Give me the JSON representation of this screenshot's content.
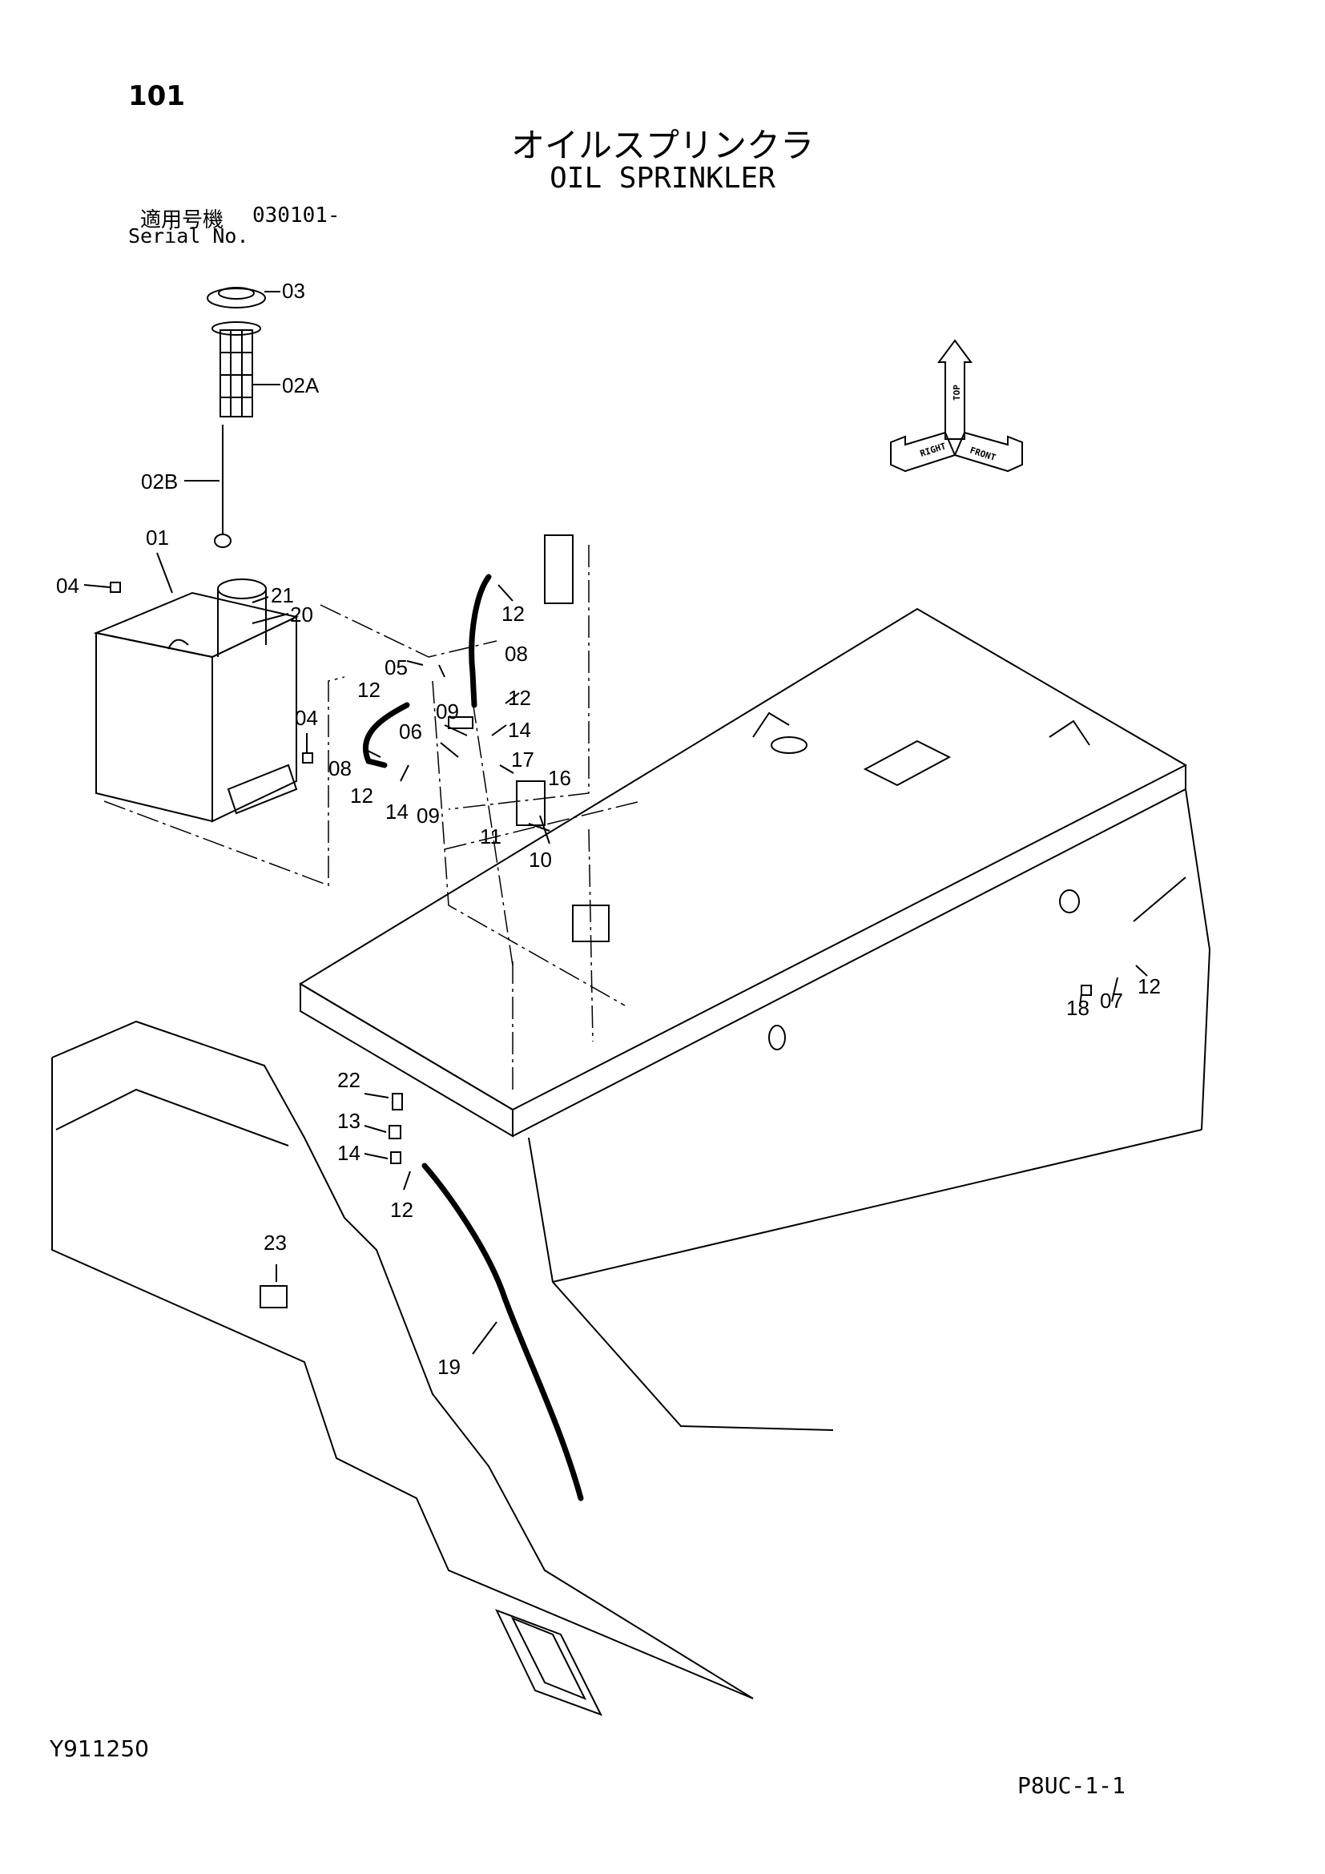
{
  "header": {
    "page_number": "101",
    "title_jp": "オイルスプリンクラ",
    "title_en": "OIL SPRINKLER",
    "serial_label_jp": "適用号機",
    "serial_value": "030101-",
    "serial_label_en": "Serial No."
  },
  "footer": {
    "doc_id": "Y911250",
    "page_code": "P8UC-1-1"
  },
  "orientation_indicator": {
    "top": "TOP",
    "right": "RIGHT",
    "front": "FRONT"
  },
  "callouts": {
    "c03": "03",
    "c02A": "02A",
    "c02B": "02B",
    "c01": "01",
    "c04a": "04",
    "c21": "21",
    "c20": "20",
    "c04b": "04",
    "c12_top": "12",
    "c08_top": "08",
    "c05": "05",
    "c12_l1": "12",
    "c09_up": "09",
    "c12_r1": "12",
    "c06": "06",
    "c14_r": "14",
    "c17": "17",
    "c16": "16",
    "c08_l": "08",
    "c12_l2": "12",
    "c14_l": "14",
    "c09_low": "09",
    "c11": "11",
    "c10": "10",
    "c18": "18",
    "c07": "07",
    "c12_far": "12",
    "c22": "22",
    "c13": "13",
    "c14_low": "14",
    "c12_low": "12",
    "c23": "23",
    "c19": "19"
  }
}
